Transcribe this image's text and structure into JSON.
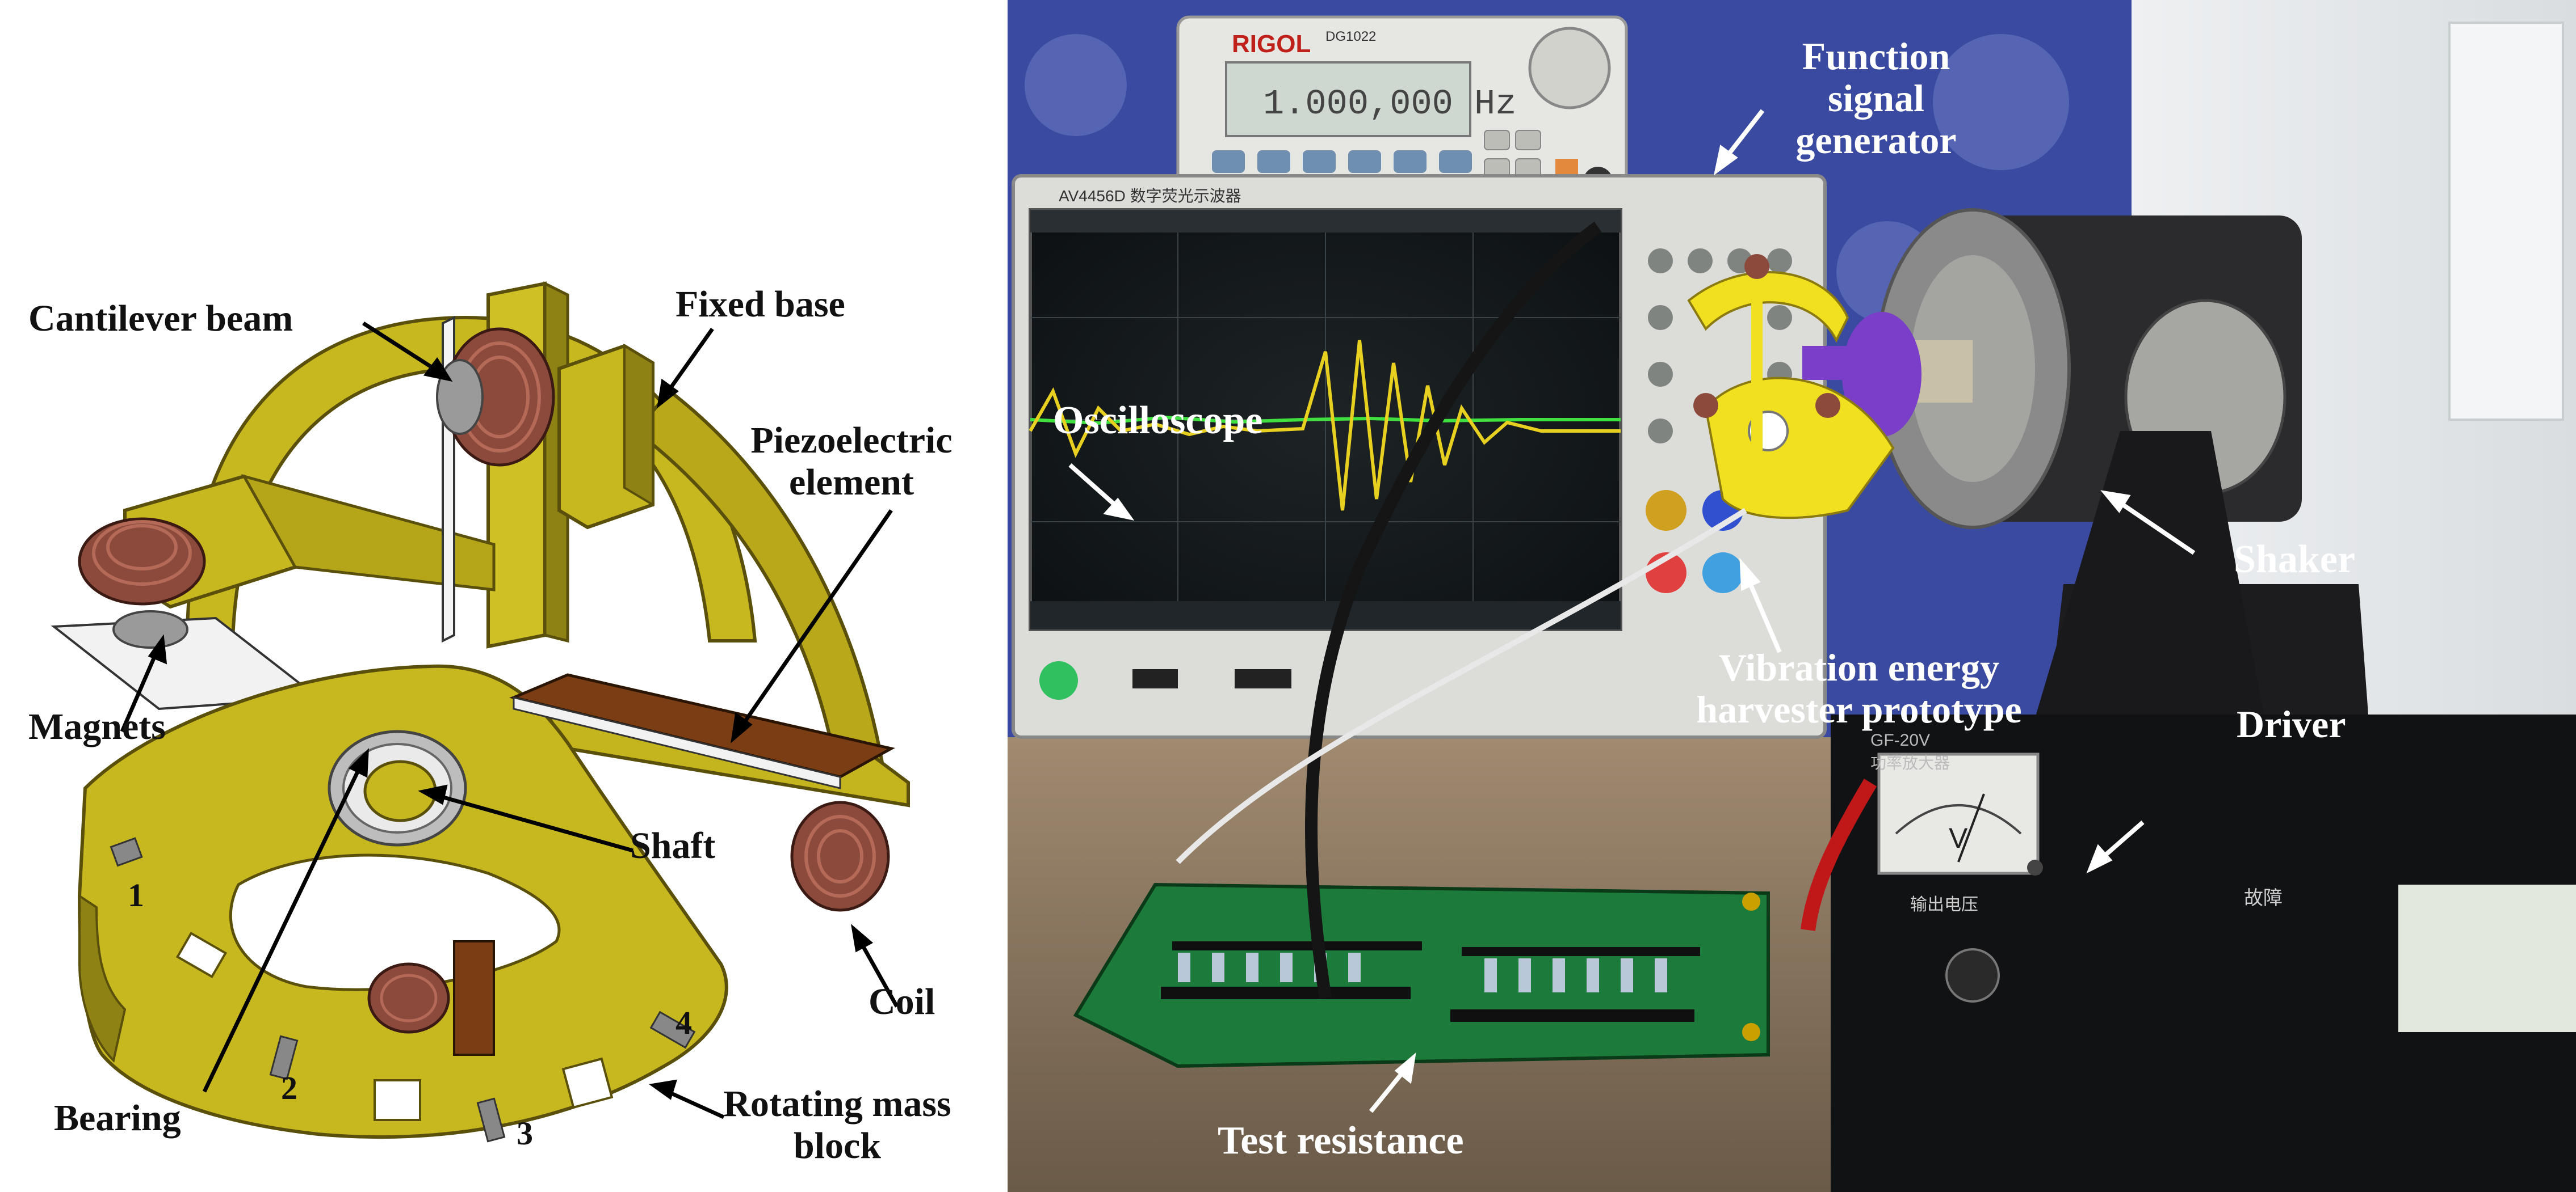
{
  "left_diagram": {
    "labels": {
      "cantilever_beam": "Cantilever beam",
      "fixed_base": "Fixed base",
      "piezoelectric_element": "Piezoelectric element",
      "magnets": "Magnets",
      "shaft": "Shaft",
      "coil": "Coil",
      "bearing": "Bearing",
      "rotating_mass_block": "Rotating mass block"
    },
    "slot_numbers": [
      "1",
      "2",
      "3",
      "4"
    ]
  },
  "photo": {
    "labels": {
      "function_signal_generator": "Function signal generator",
      "oscilloscope": "Oscilloscope",
      "shaker": "Shaker",
      "vibration_energy_harvester_prototype": "Vibration energy harvester prototype",
      "driver": "Driver",
      "test_resistance": "Test resistance"
    },
    "device_text": {
      "rigol_brand": "RIGOL",
      "rigol_model": "DG1022",
      "generator_display": "1.000,000 Hz",
      "scope_model": "AV4456D 数字荧光示波器",
      "driver_model": "GF-20V",
      "driver_subtitle": "功率放大器",
      "meter_unit": "V",
      "fault_label": "故障",
      "output_voltage_label": "输出电压"
    }
  },
  "colors": {
    "frame_yellow": "#c8b820",
    "frame_dark": "#6e6310",
    "coil_copper": "#8c4a3c",
    "piezo_brown": "#7a3d14",
    "magnet_grey": "#9a9a9a",
    "pcb_green": "#1c7a3a",
    "printed_yellow": "#f0e020",
    "shaker_purple": "#7a3ec8",
    "curtain_blue": "#3a4aa0"
  }
}
